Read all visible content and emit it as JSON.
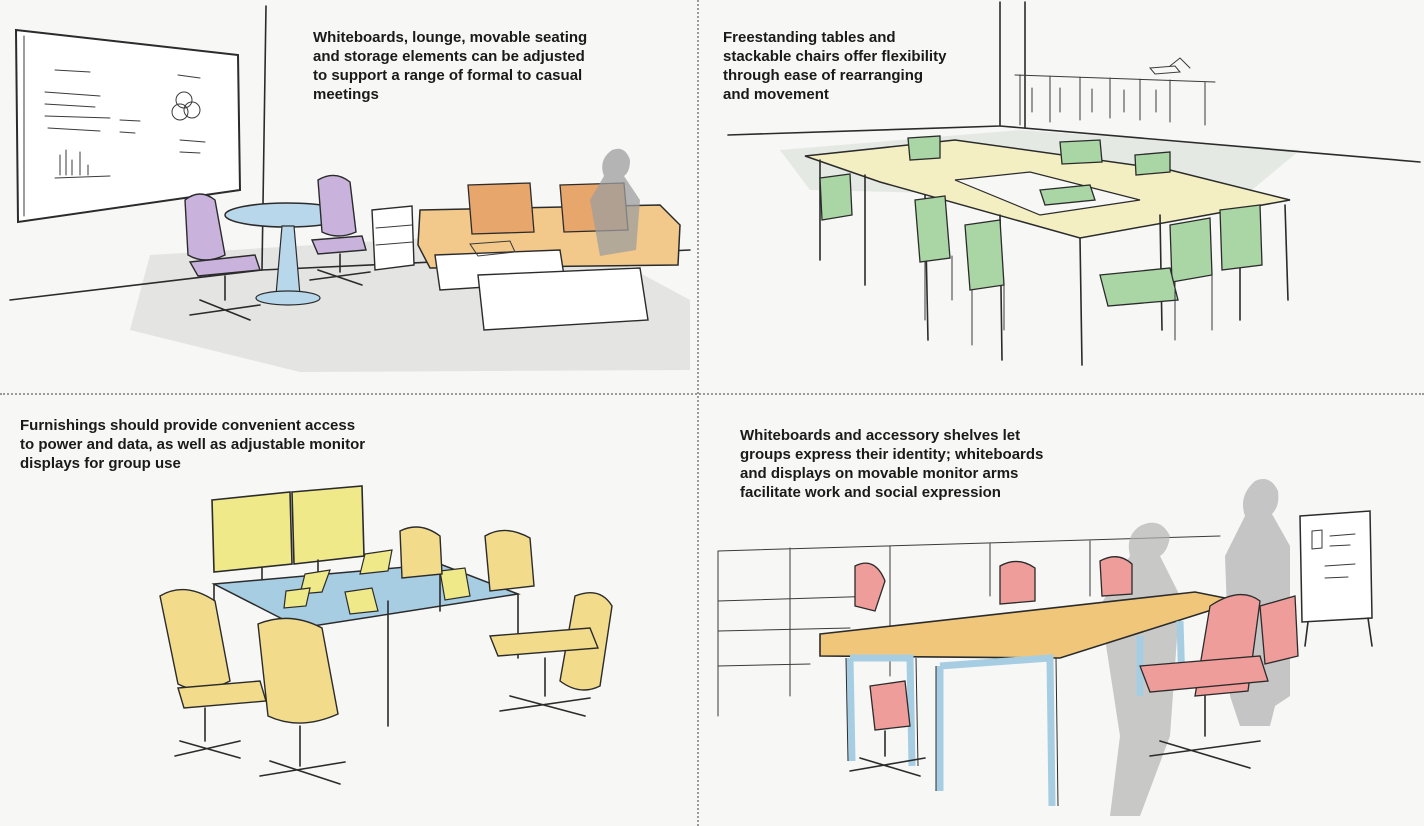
{
  "panels": [
    {
      "caption": "Whiteboards, lounge, movable seating\nand storage elements can be adjusted\nto support a range of formal to casual\nmeetings"
    },
    {
      "caption": "Freestanding tables and\nstackable chairs offer flexibility\nthrough ease of rearranging\nand movement"
    },
    {
      "caption": "Furnishings should provide convenient access\nto power and data, as well as adjustable monitor\ndisplays for group use"
    },
    {
      "caption": "Whiteboards and accessory shelves let\ngroups express their identity; whiteboards\nand displays on movable monitor arms\nfacilitate work and social expression"
    }
  ],
  "colors": {
    "background": "#f7f7f6",
    "lavender": "#c9b3dc",
    "sky_blue": "#b9d7ea",
    "sand_orange": "#f2c98a",
    "mint_green": "#a9d6a4",
    "pale_yellow": "#f3efc2",
    "lemon": "#efe98a",
    "butter": "#f2dc8c",
    "cool_blue": "#a7cde3",
    "coral": "#ee9d9a",
    "amber_top": "#f0c77a",
    "shadow_gray": "#b4b4b4"
  },
  "illustrations": [
    {
      "icon": "lounge-meeting-sketch-icon"
    },
    {
      "icon": "freestanding-tables-sketch-icon"
    },
    {
      "icon": "monitor-bench-sketch-icon"
    },
    {
      "icon": "team-table-sketch-icon"
    }
  ]
}
